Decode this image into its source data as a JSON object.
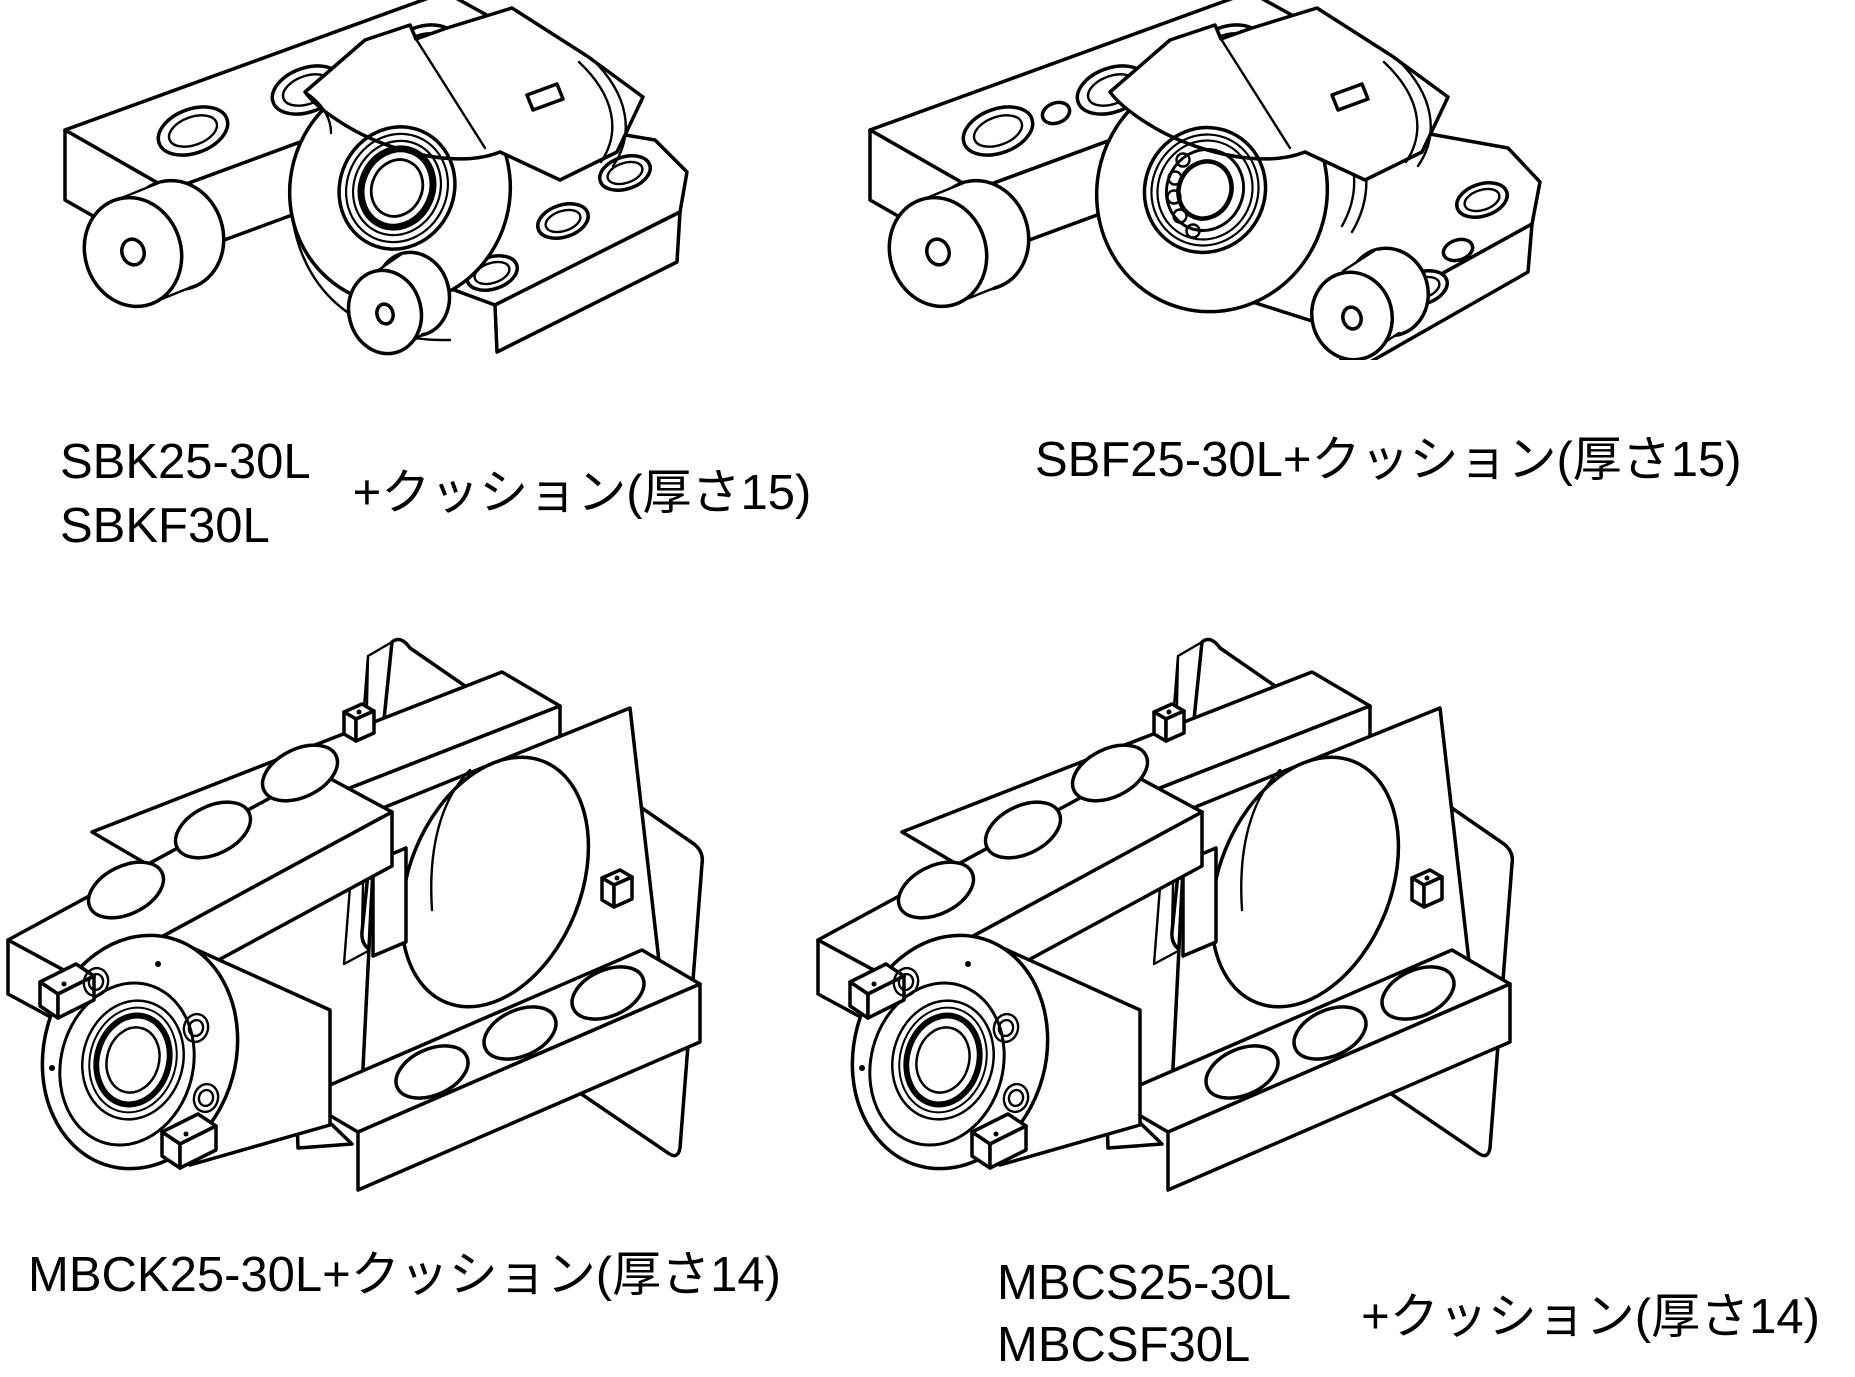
{
  "page": {
    "background_color": "#ffffff",
    "line_color": "#000000",
    "text_color": "#000000"
  },
  "figures": {
    "top_left": {
      "model_line1": "SBK25-30L",
      "model_line2": "SBKF30L",
      "cushion_suffix": "+クッション(厚さ15)"
    },
    "top_right": {
      "label": "SBF25-30L+クッション(厚さ15)"
    },
    "bottom_left": {
      "label": "MBCK25-30L+クッション(厚さ14)"
    },
    "bottom_right": {
      "model_line1": "MBCS25-30L",
      "model_line2": "MBCSF30L",
      "cushion_suffix": "+クッション(厚さ14)"
    }
  }
}
